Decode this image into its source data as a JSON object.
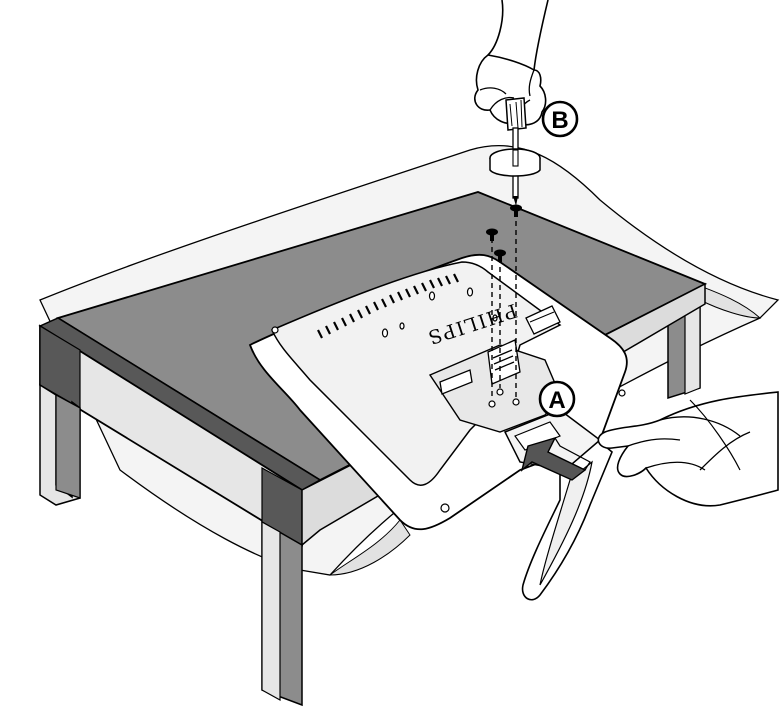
{
  "diagram": {
    "callouts": [
      {
        "id": "A",
        "label": "A"
      },
      {
        "id": "B",
        "label": "B"
      }
    ],
    "brand": "PHILIPS",
    "colors": {
      "table_top": "#8c8c8c",
      "table_edge": "#585858",
      "table_side": "#e6e6e6",
      "outline": "#000000",
      "sheet": "#f4f4f4",
      "monitor": "#ffffff",
      "monitor_panel": "#f2f2f2"
    },
    "icons": [
      "hand-screwdriver-icon",
      "hand-pushing-icon",
      "arrow-icon",
      "screw-icon"
    ]
  }
}
